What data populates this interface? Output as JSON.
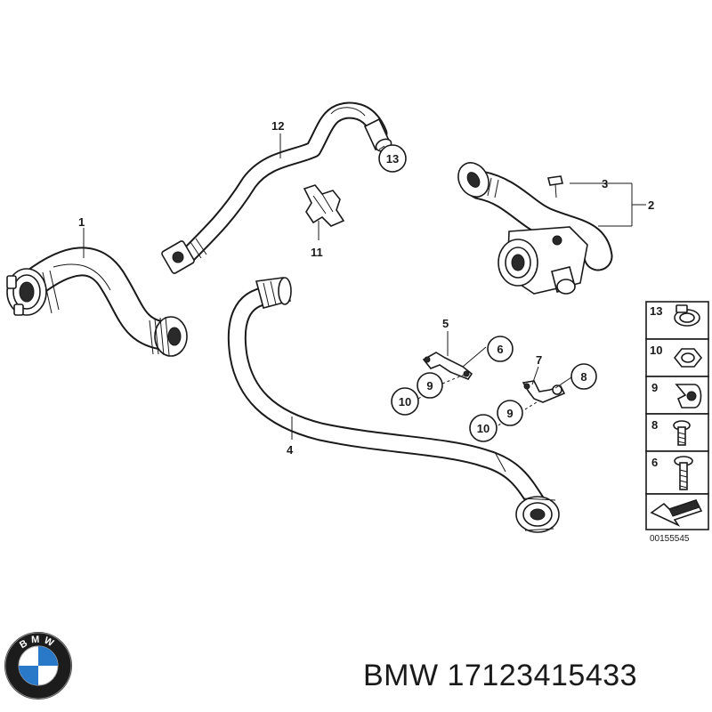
{
  "diagram": {
    "callouts": [
      {
        "id": "c1",
        "text": "1"
      },
      {
        "id": "c2",
        "text": "2"
      },
      {
        "id": "c3",
        "text": "3"
      },
      {
        "id": "c4",
        "text": "4"
      },
      {
        "id": "c5",
        "text": "5"
      },
      {
        "id": "c6",
        "text": "6"
      },
      {
        "id": "c7",
        "text": "7"
      },
      {
        "id": "c8",
        "text": "8"
      },
      {
        "id": "c9a",
        "text": "9"
      },
      {
        "id": "c9b",
        "text": "9"
      },
      {
        "id": "c10a",
        "text": "10"
      },
      {
        "id": "c10b",
        "text": "10"
      },
      {
        "id": "c11",
        "text": "11"
      },
      {
        "id": "c12",
        "text": "12"
      },
      {
        "id": "c13",
        "text": "13"
      }
    ],
    "legend": [
      {
        "id": "l13",
        "text": "13"
      },
      {
        "id": "l10",
        "text": "10"
      },
      {
        "id": "l9",
        "text": "9"
      },
      {
        "id": "l8",
        "text": "8"
      },
      {
        "id": "l6",
        "text": "6"
      }
    ],
    "diagram_number": "00155545"
  },
  "logo": {
    "letters": "BMW",
    "colors": {
      "ring": "#1c1c1c",
      "blue": "#2a78c8",
      "white": "#ffffff"
    }
  },
  "caption": {
    "brand": "BMW",
    "part_number": "17123415433"
  }
}
